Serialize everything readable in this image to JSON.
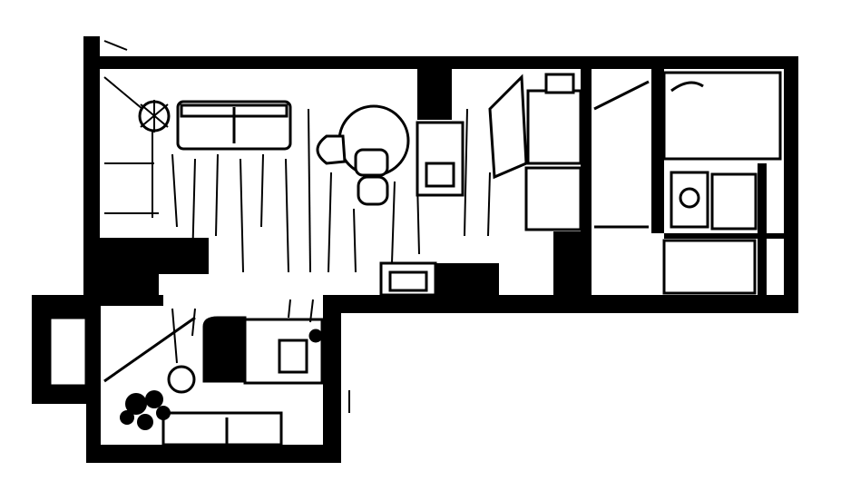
{
  "plan": {
    "colors": {
      "wall": "#000000",
      "floor": "#ffffff",
      "hatch": "#000000"
    },
    "rooms": [
      "living-room",
      "kitchen",
      "bathroom",
      "hallway",
      "bedroom",
      "balcony"
    ]
  }
}
